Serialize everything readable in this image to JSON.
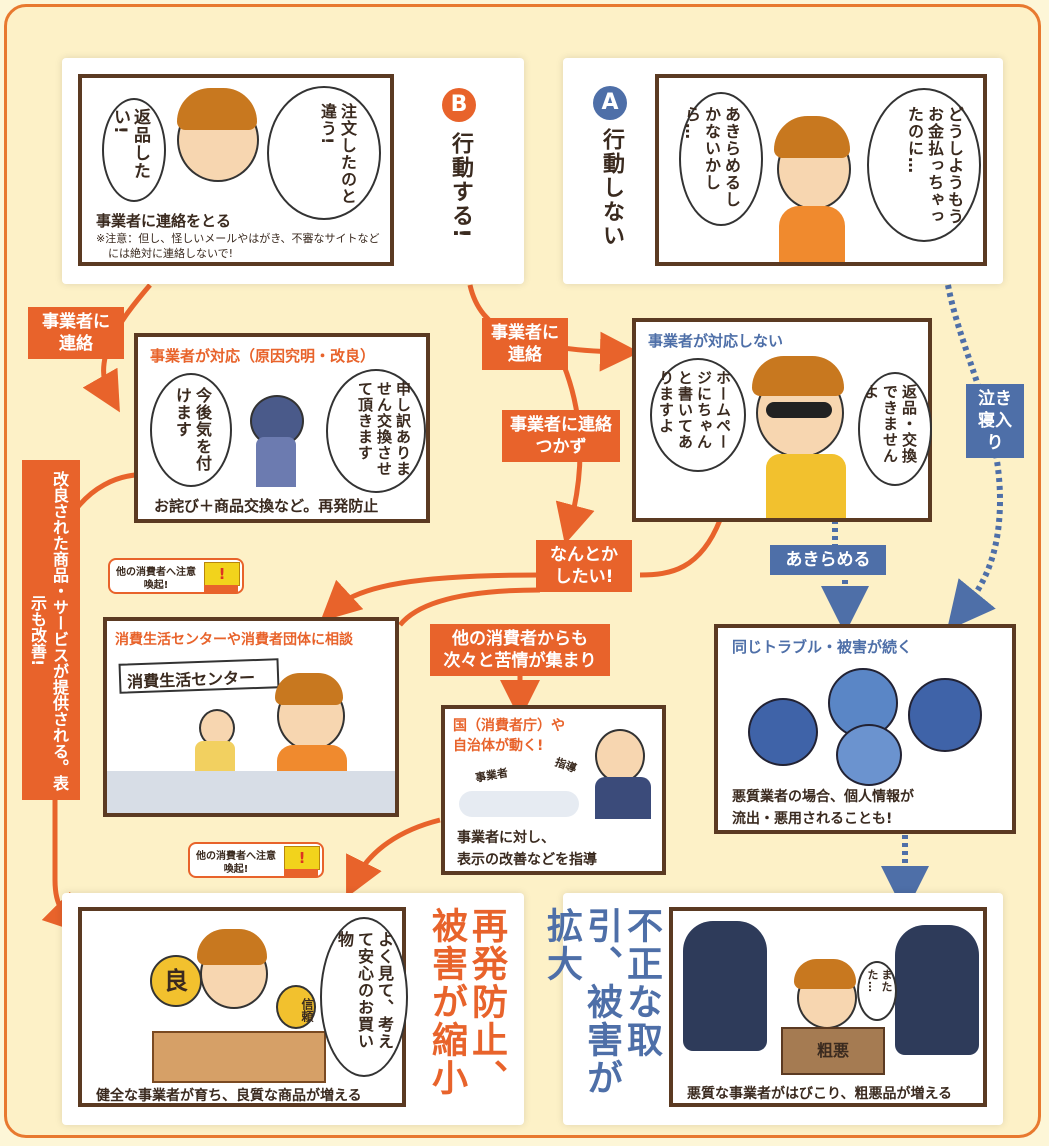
{
  "colors": {
    "orange": "#e8632b",
    "blue": "#4e6fa8",
    "brown": "#5b3a22",
    "bg": "#fdf1c7"
  },
  "top_b": {
    "badge": "B",
    "label": "行動する!",
    "bubble1": "返品したい!",
    "bubble2": "注文したのと違う!",
    "caption": "事業者に連絡をとる",
    "note_line1": "※注意：但し、怪しいメールやはがき、不審なサイトなど",
    "note_line2": "には絶対に連絡しないで!"
  },
  "top_a": {
    "badge": "A",
    "label": "行動しない",
    "bubble1": "どうしようもうお金払っちゃったのに…",
    "bubble2": "あきらめるしかないかしら…"
  },
  "tags": {
    "contact_left": "事業者に連絡",
    "contact_mid": "事業者に連絡",
    "no_contact": "事業者に連絡つかず",
    "somehow": "なんとかしたい!",
    "many_complaints": "他の消費者からも次々と苦情が集まり",
    "vertical_left": "改良された商品・サービスが提供される。表示も改善!",
    "cry": "泣き寝入り",
    "giveup": "あきらめる"
  },
  "warn": {
    "text": "他の消費者へ注意喚起!",
    "icon": "!"
  },
  "panel_respond": {
    "title": "事業者が対応（原因究明・改良）",
    "bubble1": "申し訳ありません交換させて頂きます",
    "bubble2": "今後気を付けます",
    "caption": "お詫び＋商品交換など。再発防止"
  },
  "panel_norespond": {
    "title": "事業者が対応しない",
    "bubble1": "ホームページにちゃんと書いてありますよ",
    "bubble2": "返品・交換できませんよ"
  },
  "panel_center": {
    "title": "消費生活センターや消費者団体に相談",
    "sign": "消費生活センター"
  },
  "panel_gov": {
    "title1": "国（消費者庁）や",
    "title2": "自治体が動く!",
    "label1": "事業者",
    "label2": "指導",
    "caption1": "事業者に対し、",
    "caption2": "表示の改善などを指導"
  },
  "panel_same": {
    "title": "同じトラブル・被害が続く",
    "caption1": "悪質業者の場合、個人情報が",
    "caption2": "流出・悪用されることも!"
  },
  "bottom_left": {
    "big": "再発防止、被害が縮小",
    "bubble": "よく見て、考えて安心のお買い物",
    "mark1": "良",
    "mark2": "信頼",
    "caption": "健全な事業者が育ち、良質な商品が増える"
  },
  "bottom_right": {
    "big": "不正な取引、被害が拡大",
    "bubble": "またた…",
    "box": "粗悪",
    "caption": "悪質な事業者がはびこり、粗悪品が増える"
  }
}
